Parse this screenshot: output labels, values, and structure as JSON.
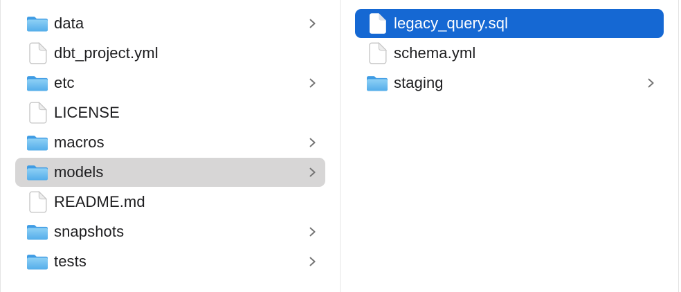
{
  "app": {
    "name": "Finder",
    "view": "column-view"
  },
  "colors": {
    "selection_active": "#1568d3",
    "selection_inactive": "#d7d6d6",
    "divider": "#e4e4e4",
    "text": "#1d1d1f",
    "text_selected": "#ffffff",
    "chevron": "#757575",
    "folder_tab": "#3f9ce4",
    "folder_body_top": "#8ed0f5",
    "folder_body_bottom": "#54adea"
  },
  "icons": {
    "folder": "folder-icon",
    "file": "document-icon",
    "chevron": "chevron-right-icon"
  },
  "columns": [
    {
      "items": [
        {
          "label": "data",
          "type": "folder",
          "chevron": true,
          "selected": "none"
        },
        {
          "label": "dbt_project.yml",
          "type": "file",
          "chevron": false,
          "selected": "none"
        },
        {
          "label": "etc",
          "type": "folder",
          "chevron": true,
          "selected": "none"
        },
        {
          "label": "LICENSE",
          "type": "file",
          "chevron": false,
          "selected": "none"
        },
        {
          "label": "macros",
          "type": "folder",
          "chevron": true,
          "selected": "none"
        },
        {
          "label": "models",
          "type": "folder",
          "chevron": true,
          "selected": "inactive"
        },
        {
          "label": "README.md",
          "type": "file",
          "chevron": false,
          "selected": "none"
        },
        {
          "label": "snapshots",
          "type": "folder",
          "chevron": true,
          "selected": "none"
        },
        {
          "label": "tests",
          "type": "folder",
          "chevron": true,
          "selected": "none"
        }
      ]
    },
    {
      "items": [
        {
          "label": "legacy_query.sql",
          "type": "file",
          "chevron": false,
          "selected": "key"
        },
        {
          "label": "schema.yml",
          "type": "file",
          "chevron": false,
          "selected": "none"
        },
        {
          "label": "staging",
          "type": "folder",
          "chevron": true,
          "selected": "none"
        }
      ]
    }
  ]
}
